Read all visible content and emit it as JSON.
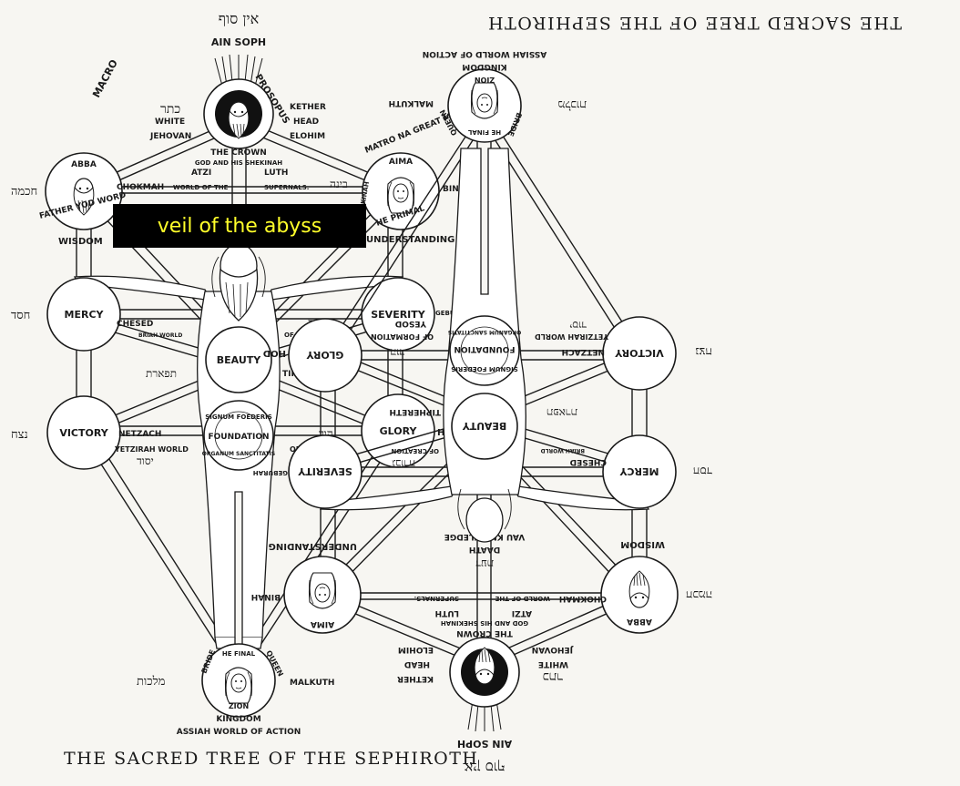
{
  "captions": {
    "left": "THE SACRED TREE OF THE SEPHIROTH",
    "right": "THE SACRED TREE OF THE SEPHIROTH"
  },
  "veil": {
    "text": "veil of the abyss",
    "background": "#000000",
    "color": "#ffff2a"
  },
  "left_tree": {
    "ain_soph": "AIN SOPH",
    "ain_soph_hebrew": "אין סוף",
    "kether": {
      "name": "KETHER",
      "title": "HEAD",
      "attrs": [
        "WHITE",
        "JEHOVAN",
        "ELOHIM"
      ],
      "hebrew": "כתר",
      "arc_left": "MACRO",
      "arc_right": "PROSOPUS",
      "inner": [
        "THE CROWN",
        "GOD AND HIS SHEKINAH"
      ]
    },
    "atziluth": [
      "ATZI",
      "LUTH"
    ],
    "supernals": [
      "WORLD OF THE",
      "SUPERNALS."
    ],
    "chokmah": {
      "head": "ABBA",
      "name": "CHOKMAH",
      "hebrew": "חכמה",
      "arc": "FATHER YOD WORD",
      "sub": "WISDOM"
    },
    "binah": {
      "head": "AIMA",
      "name": "BINAH",
      "hebrew": "בינה",
      "arc": "MATRO NA GREAT MOTHER",
      "arc2": "HE PRIMAL",
      "sub": "UNDERSTANDING",
      "side": "SHEKINAH"
    },
    "mercy": {
      "name": "MERCY",
      "sub": "CHESED",
      "hebrew": "חסד"
    },
    "severity": {
      "name": "SEVERITY",
      "sub": "GEBURAH",
      "hebrew": "גבורה"
    },
    "briah": [
      "BRIAH WORLD",
      "OF CREATION"
    ],
    "beauty": {
      "name": "BEAUTY",
      "sub": "TIPHERETH",
      "hebrew": "תפארת"
    },
    "victory": {
      "name": "VICTORY",
      "sub": "NETZACH",
      "hebrew": "נצח"
    },
    "glory": {
      "name": "GLORY",
      "sub": "HOD",
      "hebrew": "הוד"
    },
    "yetzirah": [
      "YETZIRAH WORLD",
      "OF FORMATION"
    ],
    "foundation": {
      "name": "FOUNDATION",
      "sub": "YESOD",
      "hebrew": "יסוד",
      "arc_top": "SIGNUM FOEDERIS",
      "arc_bottom": "ORGANUM SANCTITATIS"
    },
    "malkuth": {
      "name": "MALKUTH",
      "hebrew": "מלכות",
      "inner_top": "HE FINAL",
      "inner_bottom": "ZION",
      "sub": "KINGDOM",
      "left": "BRIDE",
      "right": "QUEEN",
      "world": "ASSIAH WORLD OF ACTION"
    }
  },
  "right_tree": {
    "daath": "DAATH",
    "daath_hebrew": "דעת",
    "knowledge": "VAU KNOWLEDGE"
  }
}
